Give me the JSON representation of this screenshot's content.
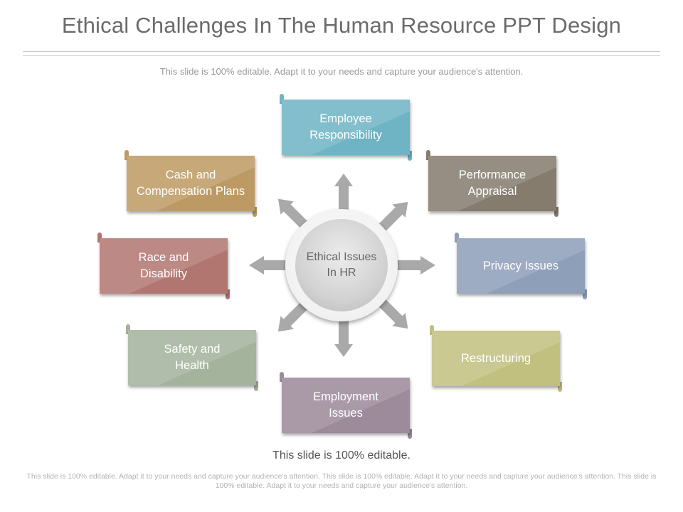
{
  "header": {
    "title": "Ethical Challenges In The Human Resource PPT Design",
    "subtitle": "This slide is 100% editable. Adapt it to your needs and capture your audience's attention."
  },
  "center": {
    "label_line1": "Ethical Issues",
    "label_line2": "In HR"
  },
  "items": [
    {
      "line1": "Employee",
      "line2": "Responsibility",
      "color": "#6fb4c4"
    },
    {
      "line1": "Performance",
      "line2": "Appraisal",
      "color": "#857c6e"
    },
    {
      "line1": "Privacy Issues",
      "line2": "",
      "color": "#8e9fba"
    },
    {
      "line1": "Restructuring",
      "line2": "",
      "color": "#c1c07f"
    },
    {
      "line1": "Employment",
      "line2": "Issues",
      "color": "#9d8a9a"
    },
    {
      "line1": "Safety and",
      "line2": "Health",
      "color": "#a4b39c"
    },
    {
      "line1": "Race and",
      "line2": "Disability",
      "color": "#b27670"
    },
    {
      "line1": "Cash and",
      "line2": "Compensation Plans",
      "color": "#bd9a64"
    }
  ],
  "caption": "This slide is 100% editable.",
  "footer": "This slide is 100% editable. Adapt it to your needs and capture your audience's attention. This slide is 100% editable. Adapt it to your needs and capture your audience's attention. This slide is 100% editable. Adapt it to your needs and capture your audience's attention."
}
